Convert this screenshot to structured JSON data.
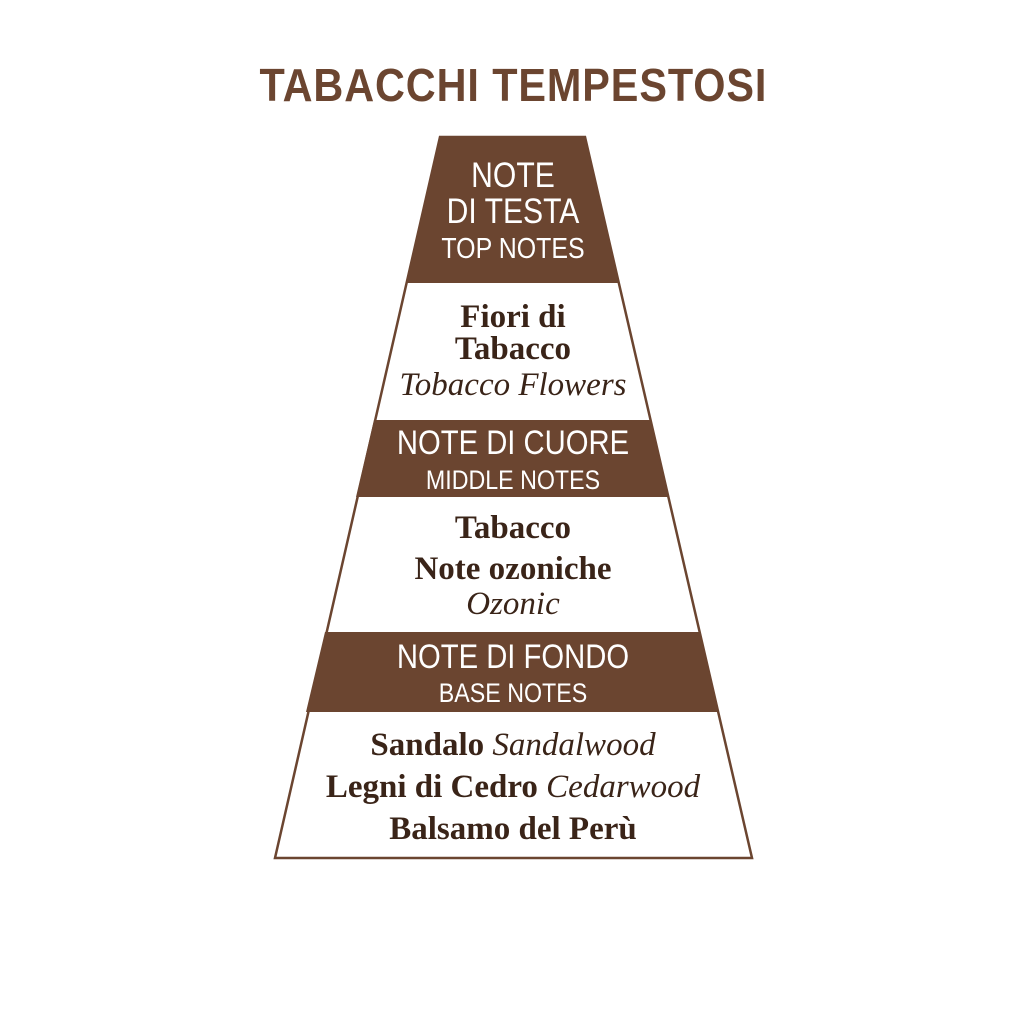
{
  "title": "TABACCHI TEMPESTOSI",
  "colors": {
    "brown": "#6b4530",
    "text_dark": "#3a2418",
    "background": "#ffffff"
  },
  "pyramid": {
    "top": {
      "header": [
        "NOTE",
        "DI TESTA"
      ],
      "header_en": "TOP NOTES",
      "notes": [
        "Fiori di",
        "Tabacco"
      ],
      "notes_en": "Tobacco Flowers"
    },
    "middle": {
      "header": "NOTE DI CUORE",
      "header_en": "MIDDLE NOTES",
      "notes": [
        "Tabacco",
        "Note ozoniche"
      ],
      "notes_en": "Ozonic"
    },
    "base": {
      "header": "NOTE DI FONDO",
      "header_en": "BASE NOTES",
      "notes": [
        {
          "it": "Sandalo",
          "en": "Sandalwood"
        },
        {
          "it": "Legni di Cedro",
          "en": "Cedarwood"
        },
        {
          "it": "Balsamo del Perù",
          "en": ""
        }
      ]
    }
  }
}
